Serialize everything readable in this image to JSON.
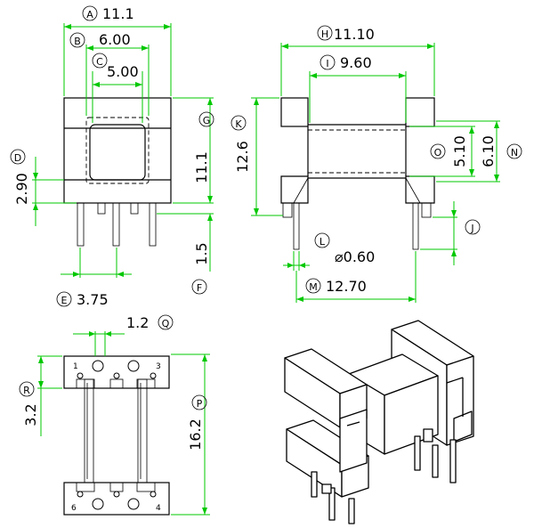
{
  "title": "",
  "dimensions": {
    "A": {
      "letter": "A",
      "value": "11.1"
    },
    "B": {
      "letter": "B",
      "value": "6.00"
    },
    "C": {
      "letter": "C",
      "value": "5.00"
    },
    "D": {
      "letter": "D",
      "value": "2.90"
    },
    "E": {
      "letter": "E",
      "value": "3.75"
    },
    "F": {
      "letter": "F",
      "value": "1.5"
    },
    "G": {
      "letter": "G",
      "value": "11.1"
    },
    "H": {
      "letter": "H",
      "value": "11.10"
    },
    "I": {
      "letter": "I",
      "value": "9.60"
    },
    "J": {
      "letter": "J",
      "value": ""
    },
    "K": {
      "letter": "K",
      "value": "12.6"
    },
    "L": {
      "letter": "L",
      "value": "⌀0.60"
    },
    "M": {
      "letter": "M",
      "value": "12.70"
    },
    "N": {
      "letter": "N",
      "value": "6.10"
    },
    "O": {
      "letter": "O",
      "value": "5.10"
    },
    "P": {
      "letter": "P",
      "value": "16.2"
    },
    "Q": {
      "letter": "Q",
      "value": "1.2"
    },
    "R": {
      "letter": "R",
      "value": "3.2"
    }
  },
  "pins": {
    "p1": "1",
    "p3": "3",
    "p4": "4",
    "p6": "6"
  },
  "colors": {
    "dimension": "#00c800",
    "outline": "#000000"
  }
}
